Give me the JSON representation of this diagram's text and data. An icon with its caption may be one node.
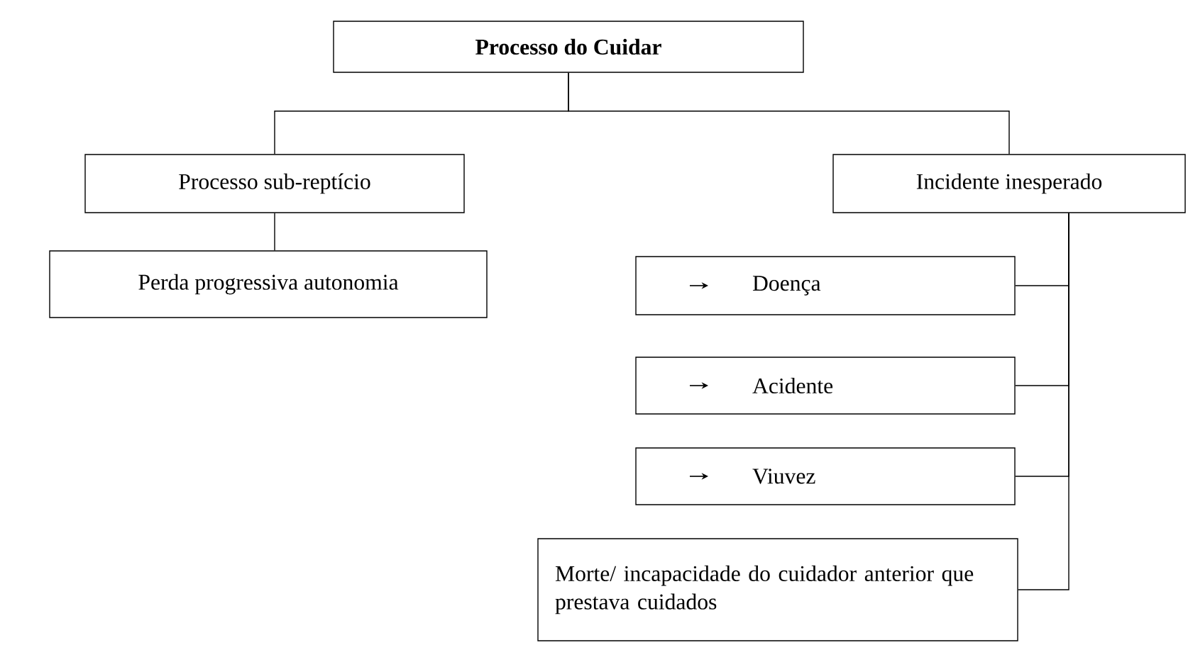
{
  "diagram": {
    "nodes": [
      {
        "text": [
          "Processo do Cuidar"
        ]
      },
      {
        "text": [
          "Processo sub-reptício"
        ]
      },
      {
        "text": [
          "Incidente inesperado"
        ]
      },
      {
        "text": [
          "Perda progressiva autonomia"
        ]
      },
      {
        "text": [
          "Doença"
        ]
      },
      {
        "text": [
          "Acidente"
        ]
      },
      {
        "text": [
          "Viuvez"
        ]
      },
      {
        "text": [
          "Morte/ incapacidade do cuidador anterior que prestava cuidados"
        ]
      }
    ],
    "edges": [
      {
        "from": 0,
        "to": 1,
        "arrow": "none"
      },
      {
        "from": 0,
        "to": 2,
        "arrow": "none"
      },
      {
        "from": 1,
        "to": 3,
        "arrow": "none"
      },
      {
        "from": 2,
        "to": 4,
        "arrow": "none"
      },
      {
        "from": 2,
        "to": 5,
        "arrow": "none"
      },
      {
        "from": 2,
        "to": 6,
        "arrow": "none"
      },
      {
        "from": 2,
        "to": 7,
        "arrow": "none"
      }
    ]
  }
}
